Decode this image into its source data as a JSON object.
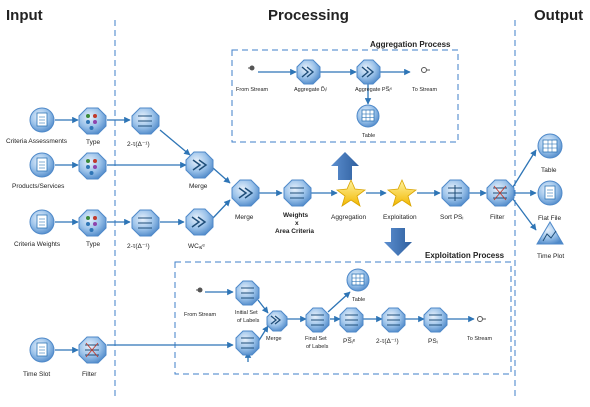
{
  "headers": {
    "input": "Input",
    "processing": "Processing",
    "output": "Output"
  },
  "boxes": {
    "aggregation": "Aggregation Process",
    "exploitation": "Exploitation Process"
  },
  "input_nodes": [
    {
      "label": "Criteria Assessments",
      "icon": "document-icon"
    },
    {
      "label": "Products/Services",
      "icon": "document-icon"
    },
    {
      "label": "Criteria Weights",
      "icon": "document-icon"
    },
    {
      "label": "Time Slot",
      "icon": "document-icon"
    }
  ],
  "processing_nodes": {
    "type1": "Type",
    "type2": "Type",
    "derive1": "2-τ(Δ⁻¹)",
    "derive2": "2-τ(Δ⁻¹)",
    "merge1": "Merge",
    "merge2": "Merge",
    "wc": "WCₐⱼᵉ",
    "weights_line1": "Weights",
    "weights_line2": "x",
    "weights_line3": "Area Criteria",
    "aggregation": "Aggregation",
    "exploitation": "Exploitation",
    "sort": "Sort PSᵢ",
    "filter_main": "Filter",
    "filter_time": "Filter"
  },
  "aggregation_box": {
    "from_stream": "From Stream",
    "aggregate1": "Aggregate D̃ᵢʲ",
    "aggregate2": "Aggregate PS̅ᵢᵉ",
    "to_stream": "To Stream",
    "table": "Table"
  },
  "exploitation_box": {
    "from_stream": "From Stream",
    "initial_set": "Initial Set",
    "of_labels": "of Labels",
    "merge": "Merge",
    "final_set": "Final Set",
    "of_labels2": "of Labels",
    "ps_bar": "PS̅ᵢᵉ",
    "derive": "2-τ(Δ⁻¹)",
    "ps": "PSᵢ",
    "to_stream": "To Stream",
    "table": "Table"
  },
  "output_nodes": [
    {
      "label": "Table",
      "icon": "table-icon"
    },
    {
      "label": "Flat File",
      "icon": "flat-file-icon"
    },
    {
      "label": "Time Plot",
      "icon": "time-plot-icon"
    }
  ],
  "colors": {
    "node_fill": "#5b9bd5",
    "node_dark": "#2e75b6",
    "arrow": "#2e75b6",
    "star": "#ffd43b",
    "big_arrow": "#3a6fb5",
    "dash": "#3f7fc8"
  }
}
